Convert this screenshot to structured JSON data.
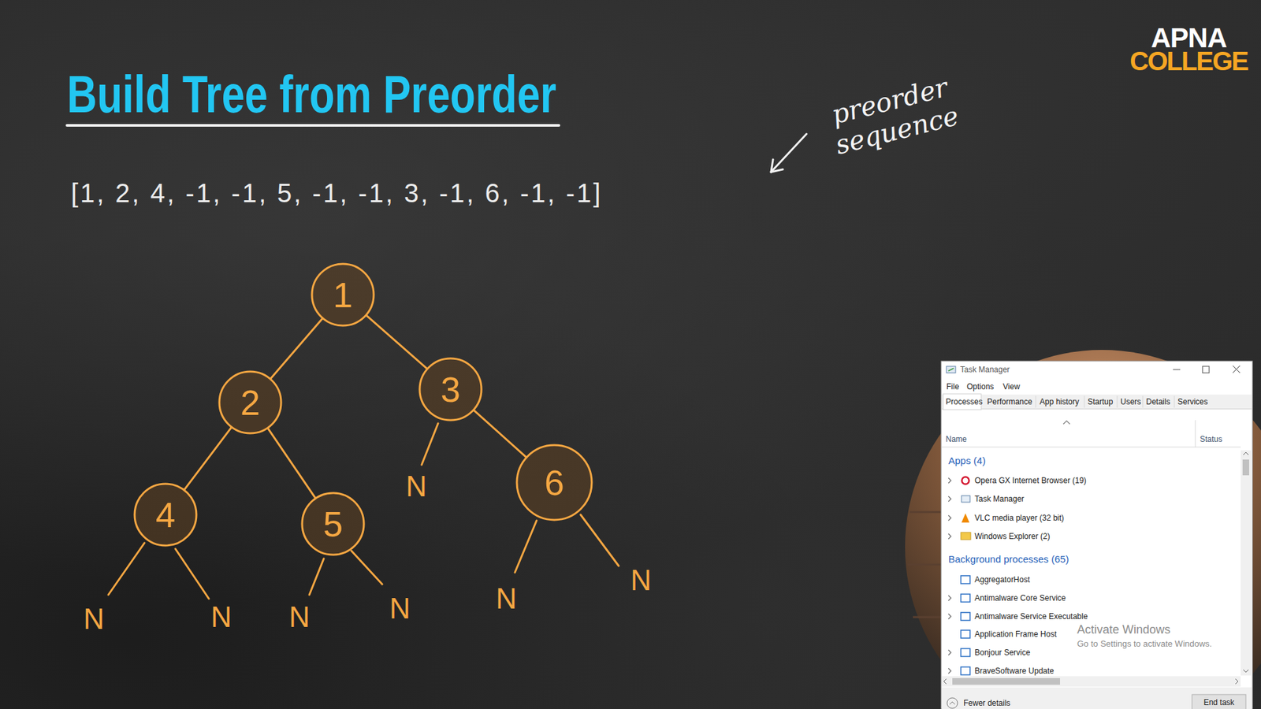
{
  "diagram": {
    "title": "Build Tree from Preorder",
    "nodes": [
      {
        "text": [
          "1"
        ]
      },
      {
        "text": [
          "2"
        ]
      },
      {
        "text": [
          "3"
        ]
      },
      {
        "text": [
          "4"
        ]
      },
      {
        "text": [
          "5"
        ]
      },
      {
        "text": [
          "6"
        ]
      }
    ],
    "edges": [
      {
        "from": 0,
        "to": 1,
        "arrow": "none"
      },
      {
        "from": 0,
        "to": 2,
        "arrow": "none"
      },
      {
        "from": 1,
        "to": 3,
        "arrow": "none"
      },
      {
        "from": 1,
        "to": 4,
        "arrow": "none"
      },
      {
        "from": 2,
        "to": 5,
        "arrow": "none"
      }
    ],
    "labels": [
      "[1, 2, 4, -1, -1, 5, -1, -1, 3, -1, 6, -1, -1]",
      "preorder sequence",
      "APNA",
      "COLLEGE",
      "N",
      "N",
      "N",
      "N",
      "N",
      "N",
      "N",
      "Task Manager",
      "File",
      "Options",
      "View",
      "Processes",
      "Performance",
      "App history",
      "Startup",
      "Users",
      "Details",
      "Services",
      "Name",
      "Status",
      "Apps (4)",
      "Opera GX Internet Browser (19)",
      "Task Manager",
      "VLC media player (32 bit)",
      "Windows Explorer (2)",
      "Background processes (65)",
      "AggregatorHost",
      "Antimalware Core Service",
      "Antimalware Service Executable",
      "Application Frame Host",
      "Bonjour Service",
      "BraveSoftware Update",
      "Activate Windows",
      "Go to Settings to activate Windows.",
      "Fewer details",
      "End task"
    ]
  }
}
